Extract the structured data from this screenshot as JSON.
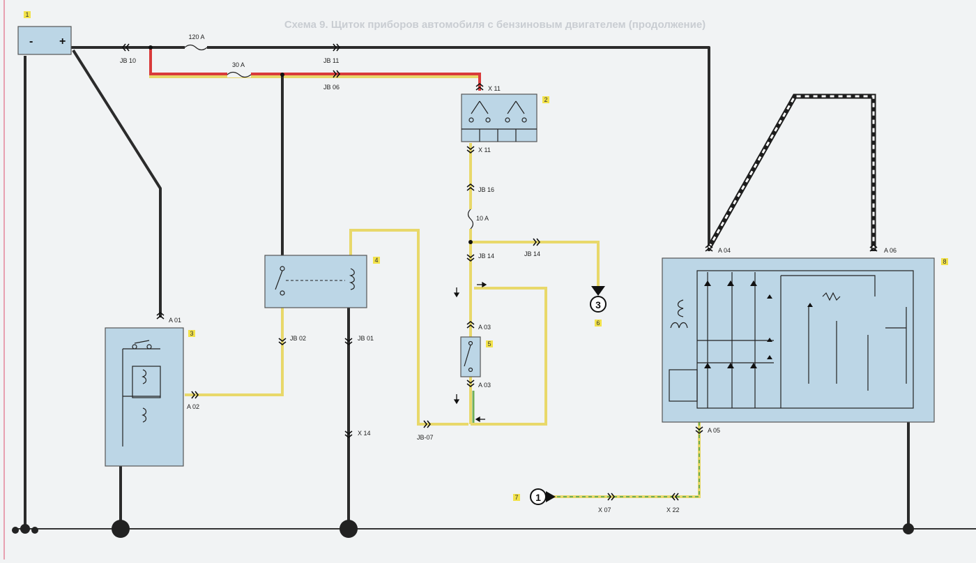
{
  "diagram": {
    "title": "Схема 9. Щиток приборов автомобиля с бензиновым двигателем (продолжение)",
    "components": [
      {
        "num": "1",
        "polarity": [
          "-",
          "+"
        ]
      },
      {
        "num": "2"
      },
      {
        "num": "3"
      },
      {
        "num": "4"
      },
      {
        "num": "5"
      },
      {
        "num": "6",
        "ref": "3"
      },
      {
        "num": "7",
        "ref": "1"
      },
      {
        "num": "8"
      }
    ],
    "fuses": [
      "120 A",
      "30 A",
      "10 A"
    ],
    "connectors": {
      "jb10": "JB 10",
      "jb11": "JB 11",
      "jb06": "JB 06",
      "x11a": "X 11",
      "x11b": "X 11",
      "jb16": "JB 16",
      "jb14a": "JB 14",
      "jb14b": "JB 14",
      "a03a": "A 03",
      "a03b": "A 03",
      "jb02": "JB 02",
      "jb01": "JB 01",
      "x14": "X 14",
      "jb07": "JB-07",
      "a01": "A 01",
      "a02": "A 02",
      "a04": "A 04",
      "a06": "A 06",
      "a05": "A 05",
      "x07": "X 07",
      "x22": "X 22"
    },
    "colors": {
      "black": "#2b2b2b",
      "yellow": "#e8d86a",
      "red": "#d93b3b",
      "green": "#6fae58",
      "box": "#bcd6e6",
      "tag": "#f2e24a"
    }
  }
}
